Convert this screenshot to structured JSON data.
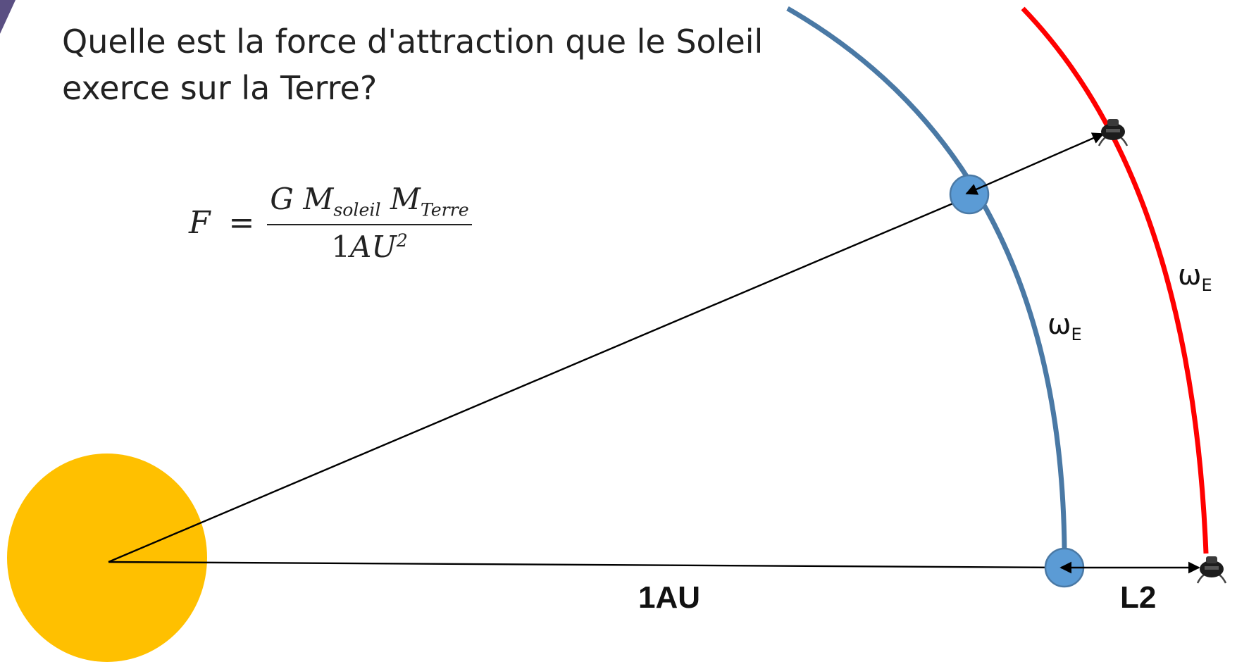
{
  "question": "Quelle est la force d'attraction que le Soleil exerce sur la Terre?",
  "formula": {
    "lhs": "F",
    "equals": "=",
    "num_g": "G",
    "num_m1": "M",
    "num_m1_sub": "soleil",
    "num_m2": "M",
    "num_m2_sub": "Terre",
    "den_one": "1",
    "den_au": "AU",
    "den_exp": "2"
  },
  "labels": {
    "distance_1au": "1AU",
    "l2": "L2",
    "omega": "ω",
    "omega_sub": "E"
  },
  "colors": {
    "sun": "#FFC000",
    "earth": "#5B9BD5",
    "earth_orbit": "#4A79A5",
    "l2_orbit": "#FF0000",
    "lines": "#000000"
  },
  "icons": [
    "satellite-icon"
  ]
}
